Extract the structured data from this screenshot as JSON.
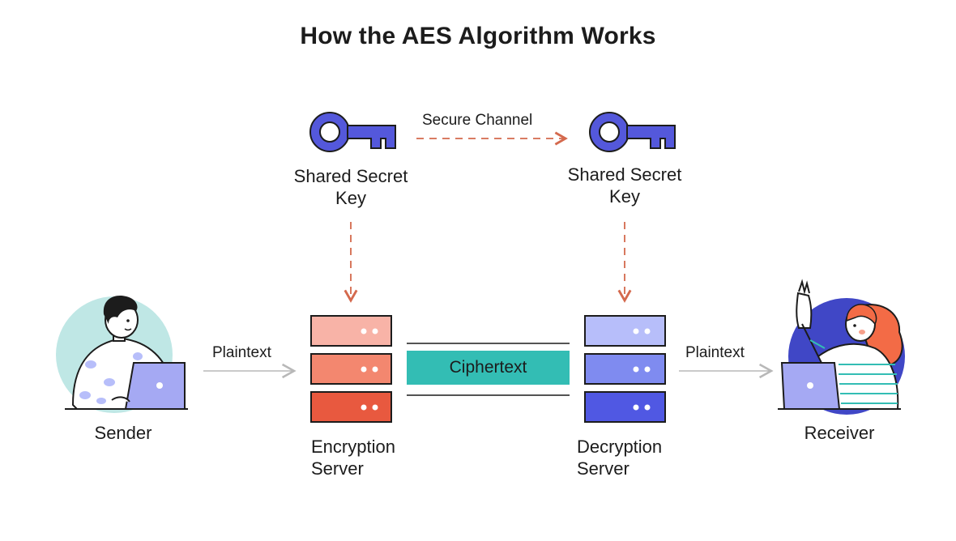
{
  "title": "How the AES Algorithm Works",
  "secure_channel": "Secure Channel",
  "key_left": {
    "line1": "Shared Secret",
    "line2": "Key"
  },
  "key_right": {
    "line1": "Shared Secret",
    "line2": "Key"
  },
  "plaintext_left": "Plaintext",
  "plaintext_right": "Plaintext",
  "ciphertext": "Ciphertext",
  "sender": "Sender",
  "receiver": "Receiver",
  "encryption_server": {
    "line1": "Encryption",
    "line2": "Server"
  },
  "decryption_server": {
    "line1": "Decryption",
    "line2": "Server"
  },
  "colors": {
    "key": "#5458db",
    "dashed_arrow": "#d4694d",
    "gray_arrow": "#b8b8b8",
    "ciphertext_band": "#33bdb4",
    "enc_server_rows": [
      "#f8b3a7",
      "#f3876f",
      "#e8593f"
    ],
    "dec_server_rows": [
      "#b7befa",
      "#7f8bf0",
      "#5058e3"
    ],
    "sender_circle": "#bfe7e5",
    "receiver_circle": "#4047c6",
    "laptop": "#a5a9f3",
    "hair_receiver": "#f36b46"
  }
}
